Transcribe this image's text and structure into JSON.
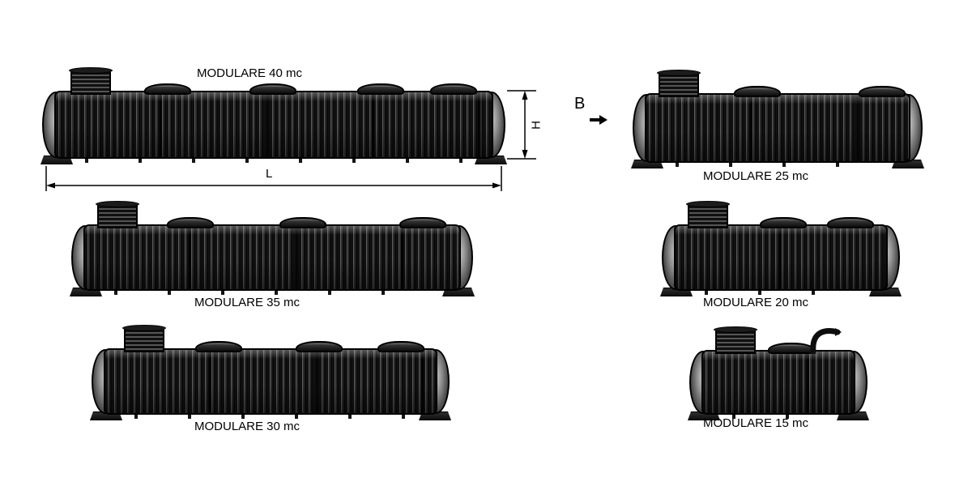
{
  "title": "MODULARE underground tank range - side view technical drawing",
  "tanks": [
    {
      "name": "MODULARE 40 mc"
    },
    {
      "name": "MODULARE 35 mc"
    },
    {
      "name": "MODULARE 30 mc"
    },
    {
      "name": "MODULARE 25 mc"
    },
    {
      "name": "MODULARE 20 mc"
    },
    {
      "name": "MODULARE 15 mc"
    }
  ],
  "annotations": {
    "height_label": "H",
    "length_label": "L",
    "view_label": "B"
  },
  "colors": {
    "background": "#ffffff",
    "tank_dark": "#0b0b0b",
    "tank_rib_light": "#5d5d5d",
    "end_cap_light": "#c6c6c6",
    "line": "#000000"
  }
}
